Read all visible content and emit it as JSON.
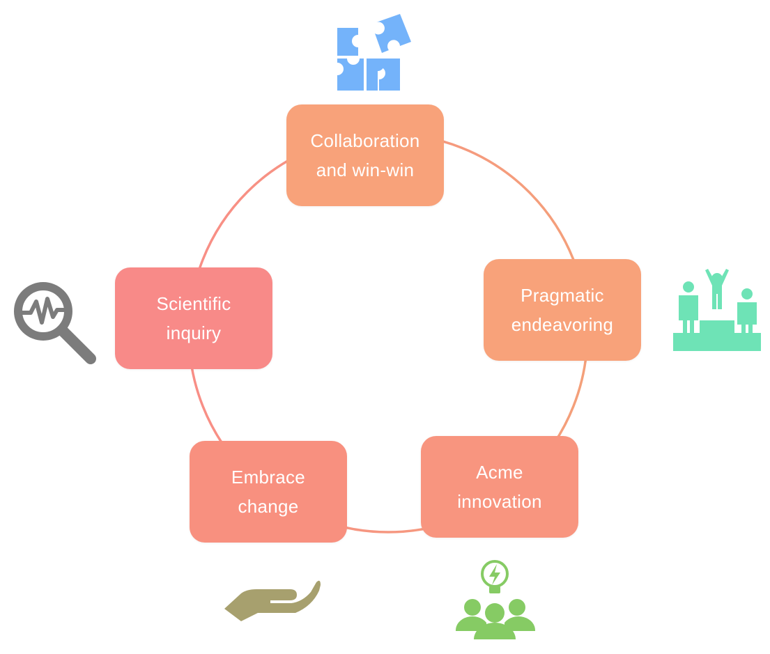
{
  "diagram": {
    "values": [
      {
        "label": "Collaboration\nand win-win",
        "color": "#F8A27A",
        "icon": "puzzle-icon",
        "icon_color": "#74B3FA"
      },
      {
        "label": "Pragmatic\nendeavoring",
        "color": "#F8A27A",
        "icon": "podium-icon",
        "icon_color": "#6EE3B6"
      },
      {
        "label": "Acme\ninnovation",
        "color": "#F8957F",
        "icon": "team-idea-icon",
        "icon_color": "#86CB64"
      },
      {
        "label": "Embrace\nchange",
        "color": "#F8907F",
        "icon": "hand-icon",
        "icon_color": "#A7A06E"
      },
      {
        "label": "Scientific\ninquiry",
        "color": "#F88A88",
        "icon": "magnifier-pulse-icon",
        "icon_color": "#7C7C7C"
      }
    ],
    "ring_colors": [
      "#F4A07A",
      "#F88E86"
    ]
  }
}
